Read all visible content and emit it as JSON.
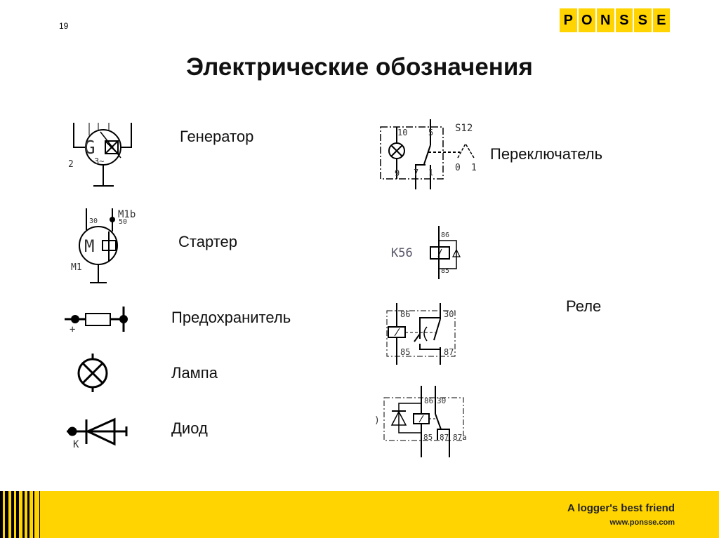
{
  "slide_number": "19",
  "title": "Электрические обозначения",
  "logo": {
    "letters": [
      "P",
      "O",
      "N",
      "S",
      "S",
      "E"
    ],
    "brand_color": "#FFD400"
  },
  "labels": {
    "generator": "Генератор",
    "starter": "Стартер",
    "fuse": "Предохранитель",
    "lamp": "Лампа",
    "diode": "Диод",
    "switch": "Переключатель",
    "relay": "Реле"
  },
  "symbols": {
    "generator": {
      "letter": "G",
      "t1": "2",
      "t2": "3~"
    },
    "starter": {
      "letter": "M",
      "t30": "30",
      "t50": "50",
      "id_b": "M1b",
      "id": "M1"
    },
    "fuse": {
      "plus": "+"
    },
    "diode": {
      "k": "K"
    },
    "switch": {
      "id": "S12",
      "t10": "10",
      "t9": "9",
      "t5": "5",
      "t7": "7",
      "t1": "1",
      "pos0": "0",
      "pos1": "1"
    },
    "relay_k56": {
      "id": "K56",
      "t86": "86",
      "t85": "85"
    },
    "relay_a": {
      "t86": "86",
      "t30": "30",
      "t85": "85",
      "t87": "87"
    },
    "relay_b": {
      "t86": "86",
      "t30": "30",
      "t85": "85",
      "t87": "87",
      "t87a": "87a"
    }
  },
  "footer": {
    "tagline": "A logger's best friend",
    "website": "www.ponsse.com"
  }
}
